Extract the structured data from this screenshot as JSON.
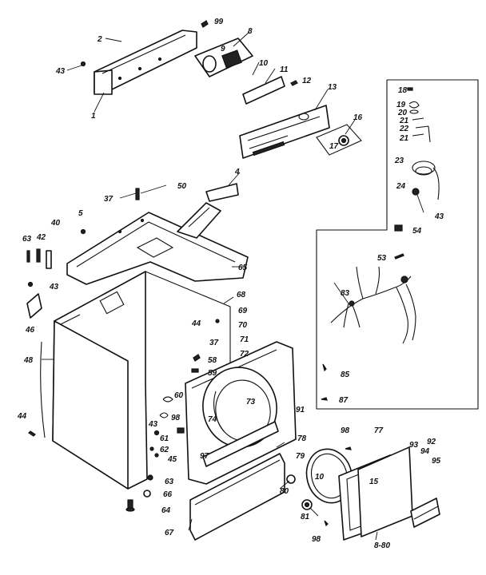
{
  "callouts": [
    {
      "id": "c1",
      "text": "1"
    },
    {
      "id": "c2",
      "text": "2"
    },
    {
      "id": "c43a",
      "text": "43"
    },
    {
      "id": "c99",
      "text": "99"
    },
    {
      "id": "c8",
      "text": "8"
    },
    {
      "id": "c9",
      "text": "9"
    },
    {
      "id": "c10",
      "text": "10"
    },
    {
      "id": "c11",
      "text": "11"
    },
    {
      "id": "c12",
      "text": "12"
    },
    {
      "id": "c13",
      "text": "13"
    },
    {
      "id": "c16",
      "text": "16"
    },
    {
      "id": "c17",
      "text": "17"
    },
    {
      "id": "c18",
      "text": "18"
    },
    {
      "id": "c19",
      "text": "19"
    },
    {
      "id": "c20",
      "text": "20"
    },
    {
      "id": "c21a",
      "text": "21"
    },
    {
      "id": "c22",
      "text": "22"
    },
    {
      "id": "c21b",
      "text": "21"
    },
    {
      "id": "c23",
      "text": "23"
    },
    {
      "id": "c24",
      "text": "24"
    },
    {
      "id": "c43b",
      "text": "43"
    },
    {
      "id": "c54",
      "text": "54"
    },
    {
      "id": "c53",
      "text": "53"
    },
    {
      "id": "c83",
      "text": "83"
    },
    {
      "id": "c85",
      "text": "85"
    },
    {
      "id": "c87",
      "text": "87"
    },
    {
      "id": "c4",
      "text": "4"
    },
    {
      "id": "c50",
      "text": "50"
    },
    {
      "id": "c37a",
      "text": "37"
    },
    {
      "id": "c5",
      "text": "5"
    },
    {
      "id": "c40",
      "text": "40"
    },
    {
      "id": "c63a",
      "text": "63"
    },
    {
      "id": "c42",
      "text": "42"
    },
    {
      "id": "c43c",
      "text": "43"
    },
    {
      "id": "c65",
      "text": "65"
    },
    {
      "id": "c46",
      "text": "46"
    },
    {
      "id": "c68",
      "text": "68"
    },
    {
      "id": "c69",
      "text": "69"
    },
    {
      "id": "c44a",
      "text": "44"
    },
    {
      "id": "c70",
      "text": "70"
    },
    {
      "id": "c37b",
      "text": "37"
    },
    {
      "id": "c71",
      "text": "71"
    },
    {
      "id": "c72",
      "text": "72"
    },
    {
      "id": "c48",
      "text": "48"
    },
    {
      "id": "c58",
      "text": "58"
    },
    {
      "id": "c59",
      "text": "59"
    },
    {
      "id": "c60",
      "text": "60"
    },
    {
      "id": "c98a",
      "text": "98"
    },
    {
      "id": "c74",
      "text": "74"
    },
    {
      "id": "c73",
      "text": "73"
    },
    {
      "id": "c91",
      "text": "91"
    },
    {
      "id": "c43d",
      "text": "43"
    },
    {
      "id": "c61",
      "text": "61"
    },
    {
      "id": "c62",
      "text": "62"
    },
    {
      "id": "c45",
      "text": "45"
    },
    {
      "id": "c97",
      "text": "97"
    },
    {
      "id": "c44b",
      "text": "44"
    },
    {
      "id": "c78",
      "text": "78"
    },
    {
      "id": "c98b",
      "text": "98"
    },
    {
      "id": "c77",
      "text": "77"
    },
    {
      "id": "c93",
      "text": "93"
    },
    {
      "id": "c92",
      "text": "92"
    },
    {
      "id": "c94",
      "text": "94"
    },
    {
      "id": "c95",
      "text": "95"
    },
    {
      "id": "c79",
      "text": "79"
    },
    {
      "id": "c10b",
      "text": "10"
    },
    {
      "id": "c15",
      "text": "15"
    },
    {
      "id": "c63b",
      "text": "63"
    },
    {
      "id": "c66",
      "text": "66"
    },
    {
      "id": "c80",
      "text": "80"
    },
    {
      "id": "c64",
      "text": "64"
    },
    {
      "id": "c81",
      "text": "81"
    },
    {
      "id": "c67",
      "text": "67"
    },
    {
      "id": "c98c",
      "text": "98"
    },
    {
      "id": "c880",
      "text": "8-80"
    }
  ]
}
